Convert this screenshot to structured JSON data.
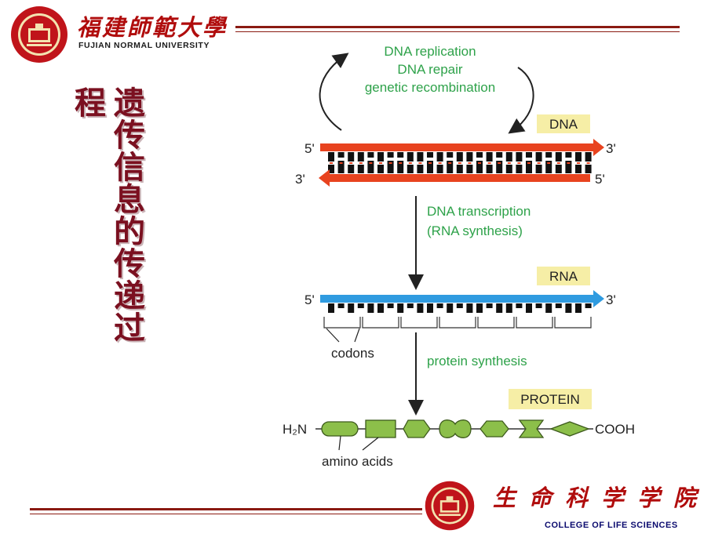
{
  "header": {
    "school_name_cn": "福建師範大學",
    "school_name_en": "FUJIAN NORMAL UNIVERSITY"
  },
  "title": {
    "column_right": "遗传信息的传递过",
    "column_left": "程"
  },
  "diagram": {
    "replication_labels": [
      "DNA replication",
      "DNA repair",
      "genetic recombination"
    ],
    "dna_label": "DNA",
    "dna_top_5": "5'",
    "dna_top_3": "3'",
    "dna_bottom_3": "3'",
    "dna_bottom_5": "5'",
    "transcription_labels": [
      "DNA transcription",
      "(RNA synthesis)"
    ],
    "rna_label": "RNA",
    "rna_5": "5'",
    "rna_3": "3'",
    "codons_label": "codons",
    "protein_synthesis_label": "protein synthesis",
    "protein_label": "PROTEIN",
    "n_terminus": "H₂N",
    "c_terminus": "COOH",
    "amino_acids_label": "amino acids",
    "colors": {
      "green_text": "#2ea24a",
      "dna_strand": "#e8431f",
      "rna_strand": "#2f9be0",
      "label_box": "#f6eea6",
      "amino_acid": "#8cbf4a"
    }
  },
  "footer": {
    "college_cn": "生命科学学院",
    "college_en": "COLLEGE OF LIFE SCIENCES"
  }
}
